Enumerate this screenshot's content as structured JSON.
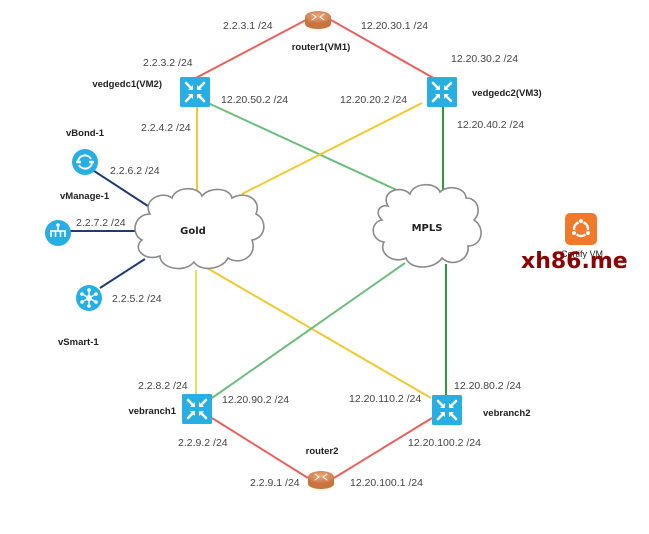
{
  "colors": {
    "red_link": "#e8615f",
    "yellow_link": "#f0c92e",
    "green_link": "#6dbd7d",
    "dark_green_link": "#2e9a3c",
    "navy_link": "#1f3c6e",
    "vedge_blue": "#27aee3",
    "router_orange": "#d9895a",
    "cloud_stroke": "#8a8a8a",
    "ubuntu_orange": "#f0792c",
    "watermark": "#8b0000"
  },
  "nodes": {
    "router1": {
      "label": "router1(VM1)",
      "type": "router"
    },
    "router2": {
      "label": "router2",
      "type": "router"
    },
    "vedgedc1": {
      "label": "vedgedc1(VM2)",
      "type": "vedge"
    },
    "vedgedc2": {
      "label": "vedgedc2(VM3)",
      "type": "vedge"
    },
    "vebranch1": {
      "label": "vebranch1",
      "type": "vedge"
    },
    "vebranch2": {
      "label": "vebranch2",
      "type": "vedge"
    },
    "vbond": {
      "label": "vBond-1",
      "type": "vbond"
    },
    "vmanage": {
      "label": "vManage-1",
      "type": "vmanage"
    },
    "vsmart": {
      "label": "vSmart-1",
      "type": "vsmart"
    },
    "gold": {
      "label": "Gold",
      "type": "cloud"
    },
    "mpls": {
      "label": "MPLS",
      "type": "cloud"
    },
    "ubuntu": {
      "label": "Certify VM",
      "type": "ubuntu-vm"
    }
  },
  "ips": {
    "router1_left": "2.2.3.1 /24",
    "router1_right": "12.20.30.1 /24",
    "vedgedc1_top": "2.2.3.2 /24",
    "vedgedc1_right": "12.20.50.2 /24",
    "vedgedc1_bottom": "2.2.4.2 /24",
    "vedgedc2_top": "12.20.30.2 /24",
    "vedgedc2_left": "12.20.20.2 /24",
    "vedgedc2_bottom": "12.20.40.2 /24",
    "vbond": "2.2.6.2 /24",
    "vmanage": "2.2.7.2 /24",
    "vsmart": "2.2.5.2 /24",
    "vebranch1_top": "2.2.8.2 /24",
    "vebranch1_right": "12.20.90.2 /24",
    "vebranch1_bottom": "2.2.9.2 /24",
    "vebranch2_left": "12.20.110.2 /24",
    "vebranch2_top": "12.20.80.2 /24",
    "vebranch2_bottom": "12.20.100.2 /24",
    "router2_left": "2.2.9.1 /24",
    "router2_right": "12.20.100.1 /24"
  },
  "links": [
    {
      "from": "vedgedc1",
      "to": "router1",
      "color": "red"
    },
    {
      "from": "router1",
      "to": "vedgedc2",
      "color": "red"
    },
    {
      "from": "vedgedc1",
      "to": "gold",
      "color": "yellow"
    },
    {
      "from": "vedgedc1",
      "to": "mpls",
      "color": "green"
    },
    {
      "from": "vedgedc2",
      "to": "gold",
      "color": "yellow"
    },
    {
      "from": "vedgedc2",
      "to": "mpls",
      "color": "dark-green"
    },
    {
      "from": "vbond",
      "to": "gold",
      "color": "navy"
    },
    {
      "from": "vmanage",
      "to": "gold",
      "color": "navy"
    },
    {
      "from": "vsmart",
      "to": "gold",
      "color": "navy"
    },
    {
      "from": "gold",
      "to": "vebranch1",
      "color": "yellow"
    },
    {
      "from": "gold",
      "to": "vebranch2",
      "color": "yellow"
    },
    {
      "from": "mpls",
      "to": "vebranch1",
      "color": "green"
    },
    {
      "from": "mpls",
      "to": "vebranch2",
      "color": "dark-green"
    },
    {
      "from": "vebranch1",
      "to": "router2",
      "color": "red"
    },
    {
      "from": "router2",
      "to": "vebranch2",
      "color": "red"
    }
  ],
  "watermark": "xh86.me"
}
